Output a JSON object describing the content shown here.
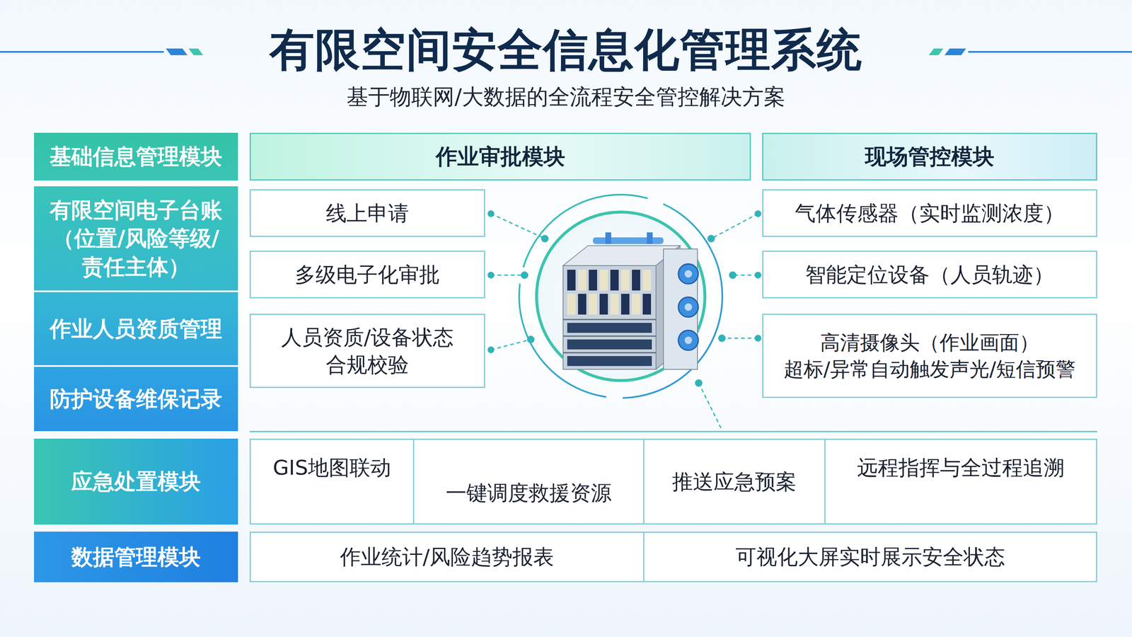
{
  "diagram": {
    "title": "有限空间安全信息化管理系统",
    "caption": "基于物联网/大数据的全流程安全管控解决方案",
    "nodes": [
      {
        "text": [
          "基础信息管理模块"
        ]
      },
      {
        "text": [
          "有限空间电子台账 （位置/风险等级/ 责任主体）"
        ]
      },
      {
        "text": [
          "作业人员资质管理"
        ]
      },
      {
        "text": [
          "防护设备维保记录"
        ]
      },
      {
        "text": [
          "作业审批模块"
        ]
      },
      {
        "text": [
          "线上申请"
        ]
      },
      {
        "text": [
          "多级电子化审批"
        ]
      },
      {
        "text": [
          "人员资质/设备状态 合规校验"
        ]
      },
      {
        "text": [
          "现场管控模块"
        ]
      },
      {
        "text": [
          "气体传感器（实时监测浓度）"
        ]
      },
      {
        "text": [
          "智能定位设备（人员轨迹）"
        ]
      },
      {
        "text": [
          "高清摄像头（作业画面）",
          "超标/异常自动触发声光/短信预警"
        ]
      },
      {
        "text": [
          "应急处置模块"
        ]
      },
      {
        "text": [
          "GIS地图联动"
        ]
      },
      {
        "text": [
          "一键调度救援资源"
        ]
      },
      {
        "text": [
          "推送应急预案"
        ]
      },
      {
        "text": [
          "远程指挥与全过程追溯"
        ]
      },
      {
        "text": [
          "数据管理模块"
        ]
      },
      {
        "text": [
          "作业统计/风险趋势报表"
        ]
      },
      {
        "text": [
          "可视化大屏实时展示安全状态"
        ]
      }
    ]
  }
}
